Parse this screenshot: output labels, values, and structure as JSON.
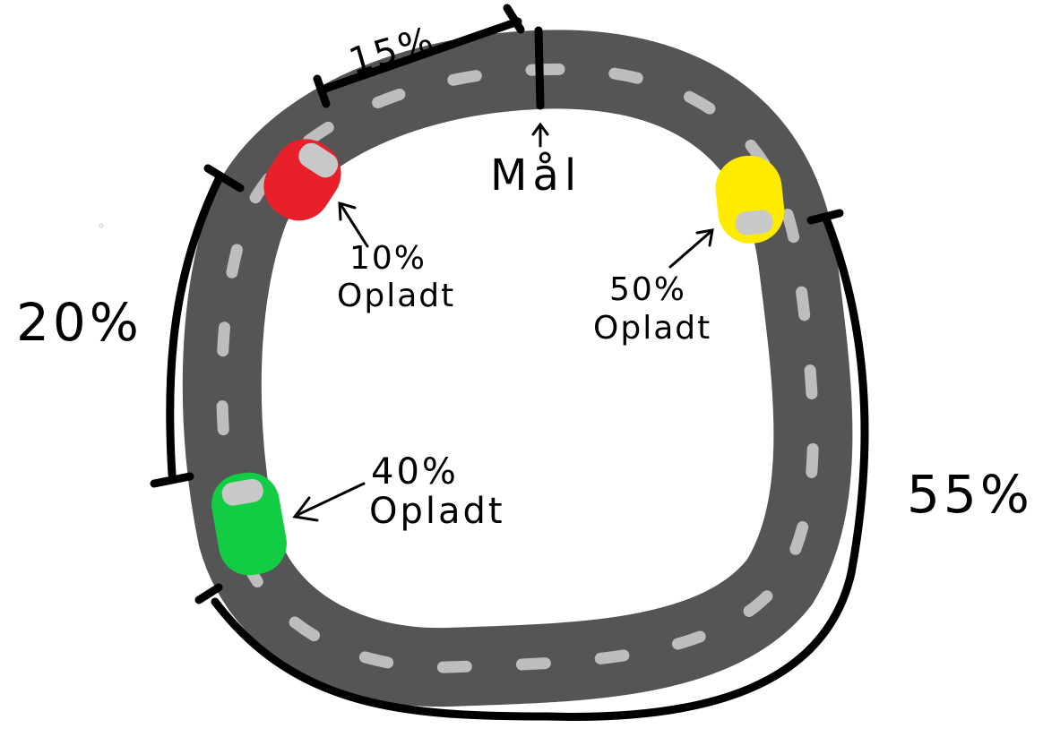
{
  "colors": {
    "background": "#ffffff",
    "track": "#555555",
    "lane_marking": "#bdbdbd",
    "ink": "#000000",
    "car_red": "#e8202a",
    "car_yellow": "#ffeb00",
    "car_green": "#12cc44",
    "window": "#c8c8c8"
  },
  "finish": {
    "label": "Mål"
  },
  "segments": {
    "top": {
      "label": "15%"
    },
    "left": {
      "label": "20%"
    },
    "right": {
      "label": "55%"
    }
  },
  "cars": {
    "red": {
      "pct": "10%",
      "status": "Opladt",
      "color": "red"
    },
    "yellow": {
      "pct": "50%",
      "status": "Opladt",
      "color": "yellow"
    },
    "green": {
      "pct": "40%",
      "status": "Opladt",
      "color": "green"
    }
  }
}
